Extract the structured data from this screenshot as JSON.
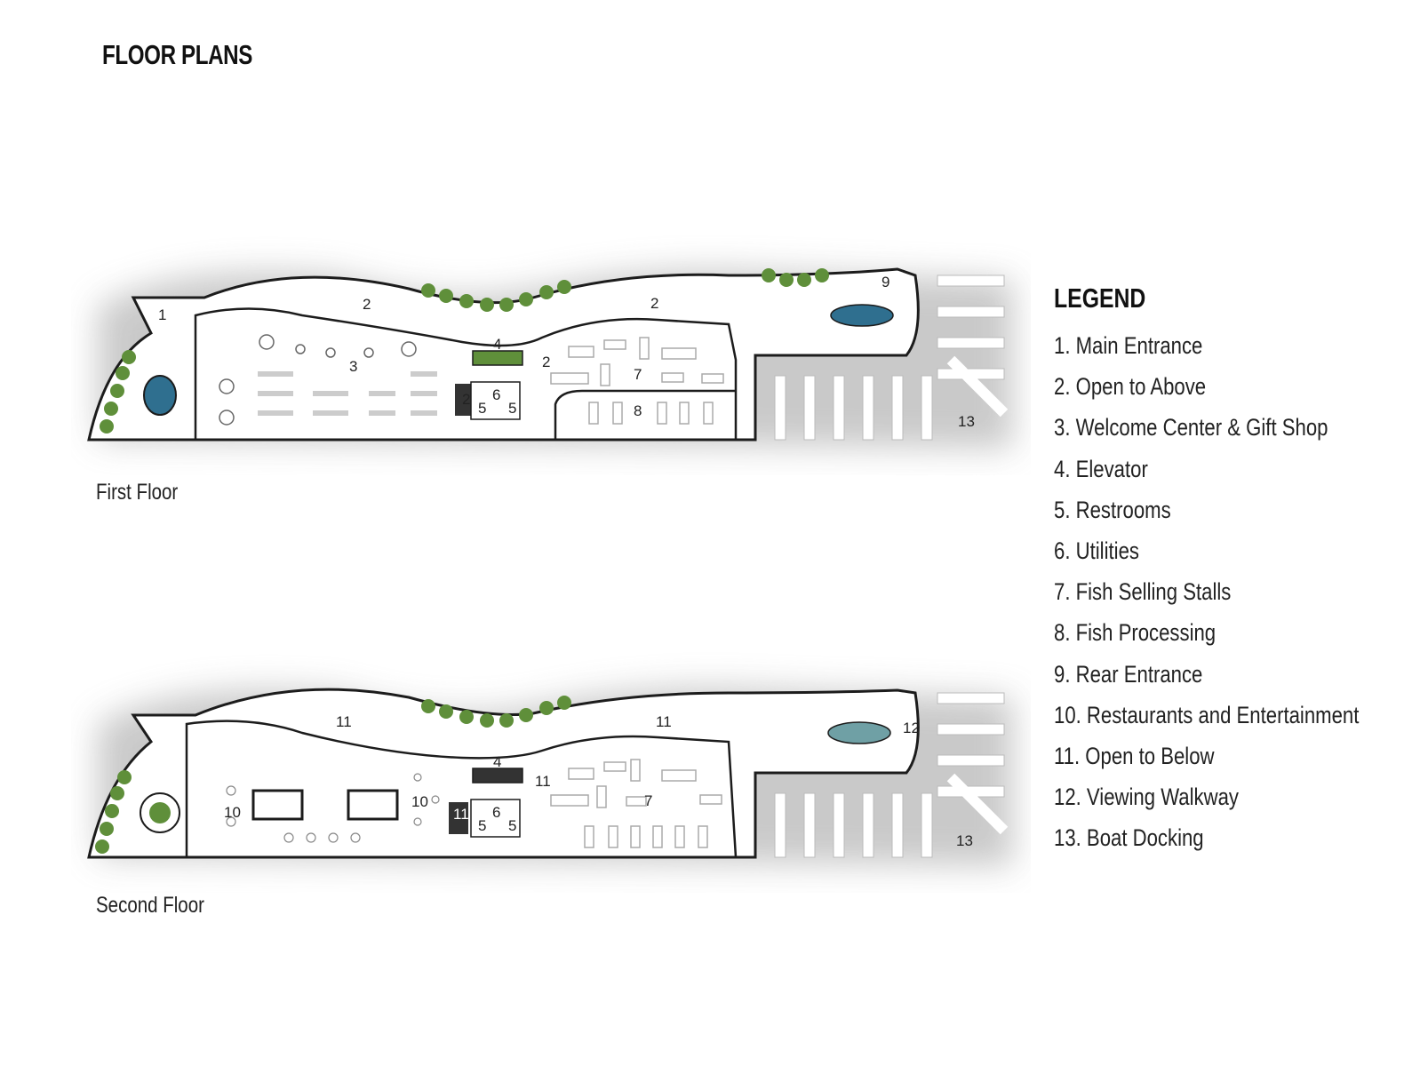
{
  "title": "FLOOR PLANS",
  "floors": [
    {
      "label": "First Floor",
      "tags": [
        {
          "text": "1"
        },
        {
          "text": "2"
        },
        {
          "text": "2"
        },
        {
          "text": "2"
        },
        {
          "text": "3"
        },
        {
          "text": "4"
        },
        {
          "text": "2"
        },
        {
          "text": "6"
        },
        {
          "text": "5"
        },
        {
          "text": "5"
        },
        {
          "text": "7"
        },
        {
          "text": "8"
        },
        {
          "text": "9"
        },
        {
          "text": "13"
        }
      ]
    },
    {
      "label": "Second Floor",
      "tags": [
        {
          "text": "11"
        },
        {
          "text": "11"
        },
        {
          "text": "10"
        },
        {
          "text": "10"
        },
        {
          "text": "4"
        },
        {
          "text": "11"
        },
        {
          "text": "11"
        },
        {
          "text": "6"
        },
        {
          "text": "5"
        },
        {
          "text": "5"
        },
        {
          "text": "7"
        },
        {
          "text": "12"
        },
        {
          "text": "13"
        }
      ]
    }
  ],
  "legend": {
    "title": "LEGEND",
    "items": [
      "1. Main Entrance",
      "2. Open to Above",
      "3. Welcome Center & Gift Shop",
      "4. Elevator",
      "5. Restrooms",
      "6. Utilities",
      "7. Fish Selling Stalls",
      "8. Fish Processing",
      "9. Rear Entrance",
      "10. Restaurants and Entertainment",
      "11.  Open to Below",
      "12. Viewing Walkway",
      "13. Boat Docking"
    ]
  },
  "colors": {
    "wall": "#1c1c1c",
    "floor": "#ffffff",
    "shadow": "#bdbdbd",
    "water": "#2f6f8f",
    "greenery": "#5f8f3a",
    "dock": "#ffffff"
  }
}
